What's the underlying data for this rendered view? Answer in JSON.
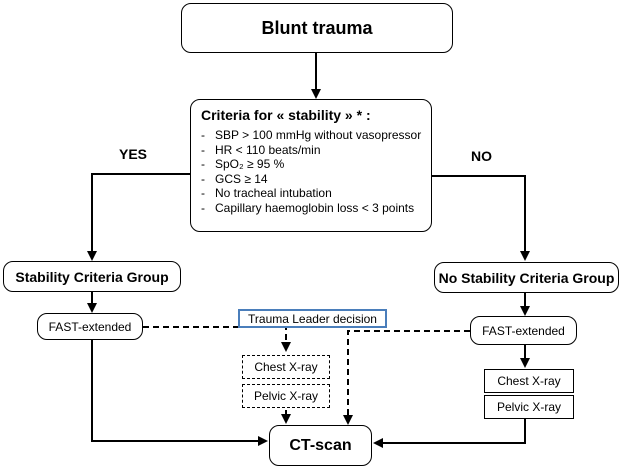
{
  "top": {
    "title": "Blunt trauma"
  },
  "criteria": {
    "header": "Criteria for « stability » * :",
    "items": [
      "SBP > 100 mmHg without vasopressor",
      "HR < 110 beats/min",
      "SpO₂ ≥ 95 %",
      "GCS ≥ 14",
      "No tracheal intubation",
      "Capillary haemoglobin loss < 3 points"
    ]
  },
  "branches": {
    "yes": "YES",
    "no": "NO"
  },
  "left": {
    "group": "Stability Criteria Group",
    "fast": "FAST-extended"
  },
  "right": {
    "group": "No Stability Criteria Group",
    "fast": "FAST-extended",
    "chest": "Chest X-ray",
    "pelvic": "Pelvic X-ray"
  },
  "middle": {
    "leader": "Trauma Leader decision",
    "chest": "Chest X-ray",
    "pelvic": "Pelvic X-ray"
  },
  "bottom": {
    "ct": "CT-scan"
  }
}
